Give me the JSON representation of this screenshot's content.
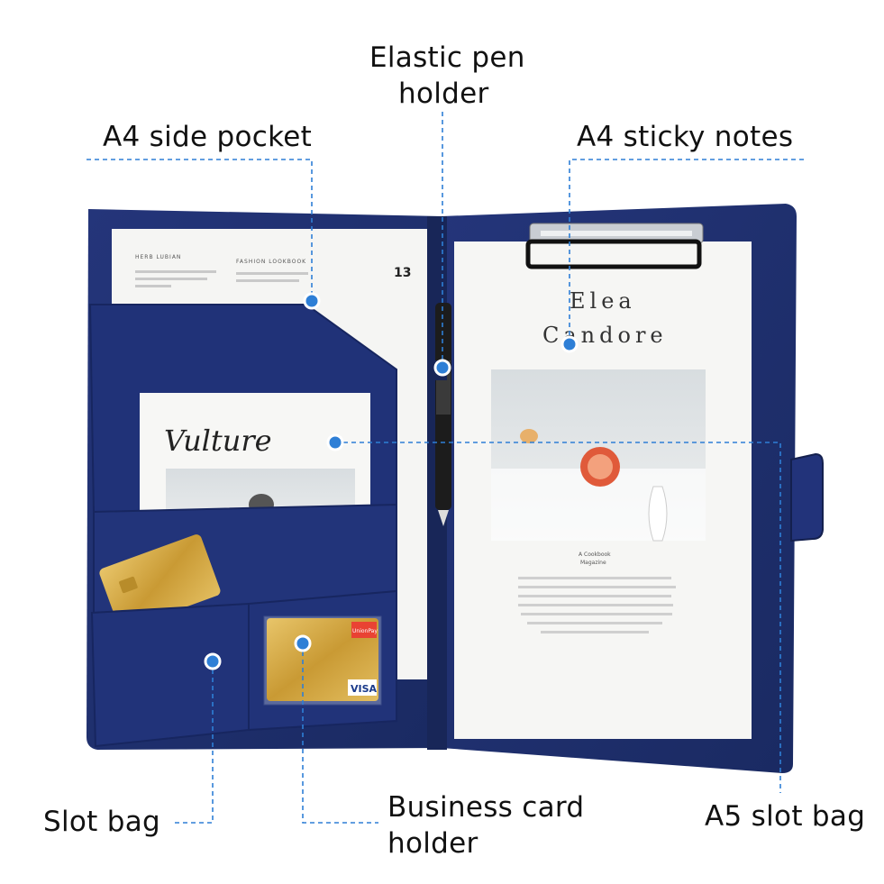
{
  "labels": {
    "elastic_pen_holder_line1": "Elastic pen",
    "elastic_pen_holder_line2": "holder",
    "a4_side_pocket": "A4 side pocket",
    "a4_sticky_notes": "A4 sticky notes",
    "slot_bag": "Slot bag",
    "business_card_holder_line1": "Business card",
    "business_card_holder_line2": "holder",
    "a5_slot_bag": "A5 slot bag"
  },
  "left_sheet": {
    "header_a": "HERB LUBIAN",
    "header_b": "FASHION LOOKBOOK",
    "page_number": "13"
  },
  "vulture_sheet": {
    "title": "Vulture"
  },
  "right_sheet": {
    "title_line1": "Elea",
    "title_line2": "Candore",
    "caption_line1": "A Cookbook",
    "caption_line2": "Magazine"
  },
  "card": {
    "brand": "VISA",
    "union": "UnionPay"
  },
  "colors": {
    "folder_blue": "#1f2f6e",
    "folder_shadow": "#16224f",
    "callout_blue": "#2e7fd6",
    "paper": "#f6f6f4"
  }
}
